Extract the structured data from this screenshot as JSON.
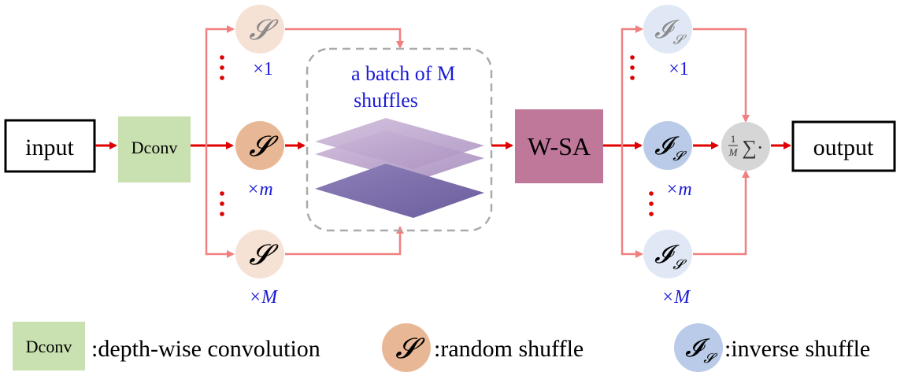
{
  "nodes": {
    "input": "input",
    "dconv": "Dconv",
    "wsa": "W-SA",
    "output": "output",
    "batch_line1": "a batch of M",
    "batch_line2": "shuffles",
    "shuffle_symbol": "𝓢",
    "inverse_symbol": "𝓘",
    "inverse_subscript": "𝓢",
    "sum_label": "∑·",
    "sum_frac_num": "1",
    "sum_frac_den": "M"
  },
  "multiplicities": {
    "top": "×1",
    "mid": "×m",
    "bottom": "×M"
  },
  "legend": {
    "dconv_box": "Dconv",
    "dconv_desc": ":depth-wise convolution",
    "shuffle_desc": ":random shuffle",
    "inverse_desc": ":inverse shuffle"
  },
  "colors": {
    "arrow_main": "#e00000",
    "arrow_light": "#f08080",
    "dconv_fill": "#c9e0b0",
    "wsa_fill": "#c0789a",
    "shuffle_fill": "#e8b896",
    "shuffle_faded_fill": "#f6e2d4",
    "inverse_fill": "#b9cbe8",
    "inverse_faded_fill": "#e0e8f5",
    "sum_fill": "#d6d6d6",
    "layer_light": "#b9a0c9",
    "layer_dark": "#7f6fab",
    "dashed_box": "#aaaaaa",
    "dots": "#e00000",
    "blue_text": "#1a1ad6"
  }
}
